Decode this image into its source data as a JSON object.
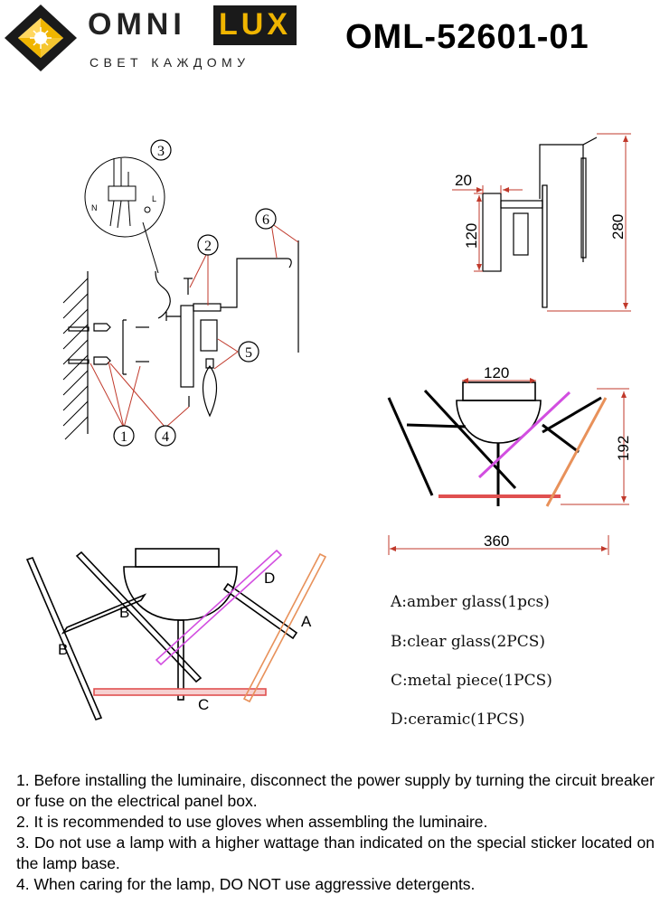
{
  "brand": {
    "name_part1": "OMNI",
    "name_part2": "LUX",
    "tagline": "СВЕТ КАЖДОМУ",
    "accent_color": "#f0b500",
    "dark_color": "#1a1a1a"
  },
  "model": "OML-52601-01",
  "callouts": [
    "1",
    "2",
    "3",
    "4",
    "5",
    "6"
  ],
  "wiring_labels": {
    "neutral": "N",
    "line": "L"
  },
  "dimensions": {
    "side_depth": "20",
    "side_base": "120",
    "side_height": "280",
    "front_base": "120",
    "front_height": "192",
    "front_width": "360"
  },
  "part_letters": {
    "a": "A",
    "b1": "B",
    "b2": "B",
    "c": "C",
    "d": "D"
  },
  "legend": [
    "A:amber glass(1pcs)",
    "B:clear glass(2PCS)",
    "C:metal piece(1PCS)",
    "D:ceramic(1PCS)"
  ],
  "part_colors": {
    "amber": "#e8915a",
    "ceramic": "#d24ee0",
    "metal": "#e05050",
    "dimension": "#c0392b"
  },
  "notes": [
    "1. Before installing the luminaire, disconnect the power supply by turning the circuit breaker or fuse on the electrical panel box.",
    "2. It is recommended to use gloves when assembling the luminaire.",
    "3. Do not use a lamp with a higher wattage than indicated on the special sticker located on the lamp base.",
    "4. When caring for the lamp, DO NOT use aggressive detergents."
  ]
}
